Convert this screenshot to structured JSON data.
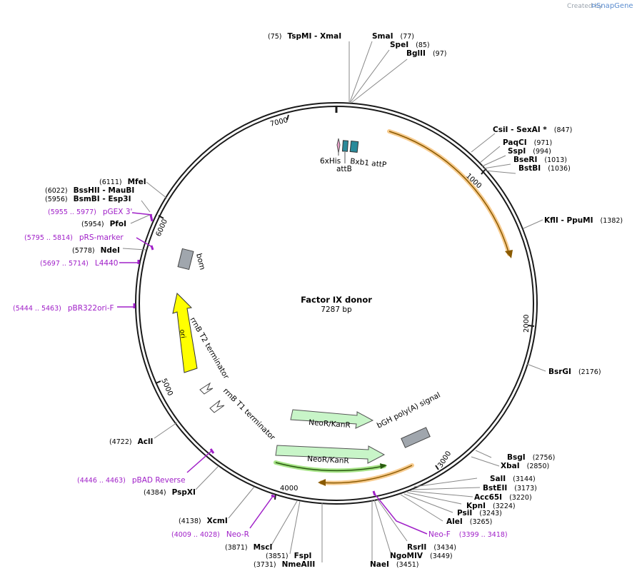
{
  "watermark": {
    "created_by": "Created by",
    "brand": "SnapGene"
  },
  "plasmid": {
    "name": "Factor IX donor",
    "length": "7287 bp"
  },
  "tick_labels": [
    "1000",
    "2000",
    "3000",
    "4000",
    "5000",
    "6000",
    "7000"
  ],
  "sites": [
    {
      "pos": "(75)",
      "name": "TspMI  - XmaI"
    },
    {
      "pos": "(77)",
      "name": "SmaI"
    },
    {
      "pos": "(85)",
      "name": "SpeI"
    },
    {
      "pos": "(97)",
      "name": "BglII"
    },
    {
      "pos": "(847)",
      "name": "CsiI  - SexAI *"
    },
    {
      "pos": "(971)",
      "name": "PaqCI"
    },
    {
      "pos": "(994)",
      "name": "SspI"
    },
    {
      "pos": "(1013)",
      "name": "BseRI"
    },
    {
      "pos": "(1036)",
      "name": "BstBI"
    },
    {
      "pos": "(1382)",
      "name": "KflI  - PpuMI"
    },
    {
      "pos": "(2176)",
      "name": "BsrGI"
    },
    {
      "pos": "(2756)",
      "name": "BsgI"
    },
    {
      "pos": "(2850)",
      "name": "XbaI"
    },
    {
      "pos": "(3144)",
      "name": "SalI"
    },
    {
      "pos": "(3173)",
      "name": "BstEII"
    },
    {
      "pos": "(3220)",
      "name": "Acc65I"
    },
    {
      "pos": "(3224)",
      "name": "KpnI"
    },
    {
      "pos": "(3243)",
      "name": "PsiI"
    },
    {
      "pos": "(3265)",
      "name": "AleI"
    },
    {
      "pos": "(3434)",
      "name": "RsrII"
    },
    {
      "pos": "(3449)",
      "name": "NgoMIV"
    },
    {
      "pos": "(3451)",
      "name": "NaeI"
    },
    {
      "pos": "(3731)",
      "name": "NmeAIII"
    },
    {
      "pos": "(3851)",
      "name": "FspI"
    },
    {
      "pos": "(3871)",
      "name": "MscI"
    },
    {
      "pos": "(4138)",
      "name": "XcmI"
    },
    {
      "pos": "(4384)",
      "name": "PspXI"
    },
    {
      "pos": "(4722)",
      "name": "AclI"
    },
    {
      "pos": "(5954)",
      "name": "PfoI"
    },
    {
      "pos": "(5956)",
      "name": "BsmBI  - Esp3I"
    },
    {
      "pos": "(5778)",
      "name": "NdeI"
    },
    {
      "pos": "(6022)",
      "name": "BssHII  - MauBI"
    },
    {
      "pos": "(6111)",
      "name": "MfeI"
    }
  ],
  "primers": [
    {
      "pos": "(5955 .. 5977)",
      "name": "pGEX 3'"
    },
    {
      "pos": "(5795 .. 5814)",
      "name": "pRS-marker"
    },
    {
      "pos": "(5697 .. 5714)",
      "name": "L4440"
    },
    {
      "pos": "(5444 .. 5463)",
      "name": "pBR322ori-F"
    },
    {
      "pos": "(4446 .. 4463)",
      "name": "pBAD Reverse"
    },
    {
      "pos": "(4009 .. 4028)",
      "name": "Neo-R"
    },
    {
      "pos": "(3399 .. 3418)",
      "name": "Neo-F"
    }
  ],
  "features": {
    "his": "6xHis",
    "attb": "attB",
    "bxb1": "Bxb1 attP",
    "bom": "bom",
    "ori": "ori",
    "rrnb_t2": "rrnB T2 terminator",
    "rrnb_t1": "rrnB T1 terminator",
    "neo_upper": "NeoR/KanR",
    "neo_lower": "NeoR/KanR",
    "bgh": "bGH poly(A) signal"
  },
  "colors": {
    "backbone": "#1a1a1a",
    "primer": "#a020c8",
    "ori": "#ffff00",
    "neo": "#c8f5c8",
    "grey_feature": "#a0a6ad",
    "orange_arc": "#f6c27a",
    "green_arc": "#9ce07a",
    "attb": "#e8a0c8",
    "attp": "#2a8a9a"
  }
}
